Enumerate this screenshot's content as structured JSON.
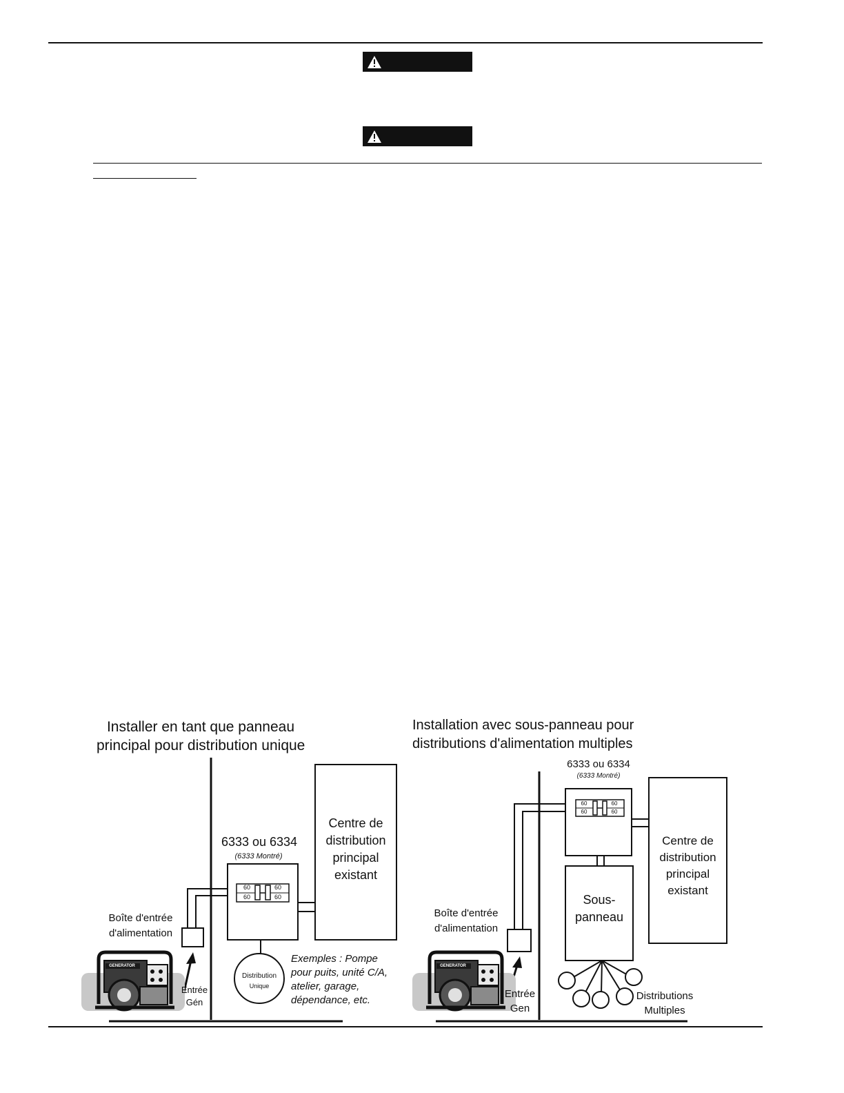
{
  "page": {
    "warning_icon": "warning-triangle-icon",
    "warning_badge_count": 2
  },
  "left_diagram": {
    "title_line1": "Installer en tant que panneau",
    "title_line2": "principal pour distribution unique",
    "model": "6333 ou 6334",
    "model_note": "(6333 Montré)",
    "breaker_values": [
      "60",
      "60",
      "60",
      "60"
    ],
    "main_center_line1": "Centre de",
    "main_center_line2": "distribution",
    "main_center_line3": "principal",
    "main_center_line4": "existant",
    "power_inlet_line1": "Boîte d'entrée",
    "power_inlet_line2": "d'alimentation",
    "gen_inlet_line1": "Entrée",
    "gen_inlet_line2": "Gén",
    "single_dist_line1": "Distribution",
    "single_dist_line2": "Unique",
    "examples_line1": "Exemples : Pompe",
    "examples_line2": "pour puits, unité C/A,",
    "examples_line3": "atelier, garage,",
    "examples_line4": "dépendance, etc.",
    "generator_label": "GENERATOR"
  },
  "right_diagram": {
    "title_line1": "Installation avec sous-panneau pour",
    "title_line2": "distributions d'alimentation multiples",
    "model": "6333 ou 6334",
    "model_note": "(6333 Montré)",
    "breaker_values": [
      "60",
      "60",
      "60",
      "60"
    ],
    "main_center_line1": "Centre de",
    "main_center_line2": "distribution",
    "main_center_line3": "principal",
    "main_center_line4": "existant",
    "subpanel_line1": "Sous-",
    "subpanel_line2": "panneau",
    "power_inlet_line1": "Boîte d'entrée",
    "power_inlet_line2": "d'alimentation",
    "gen_inlet_line1": "Entrée",
    "gen_inlet_line2": "Gen",
    "multi_dist_line1": "Distributions",
    "multi_dist_line2": "Multiples",
    "generator_label": "GENERATOR"
  }
}
